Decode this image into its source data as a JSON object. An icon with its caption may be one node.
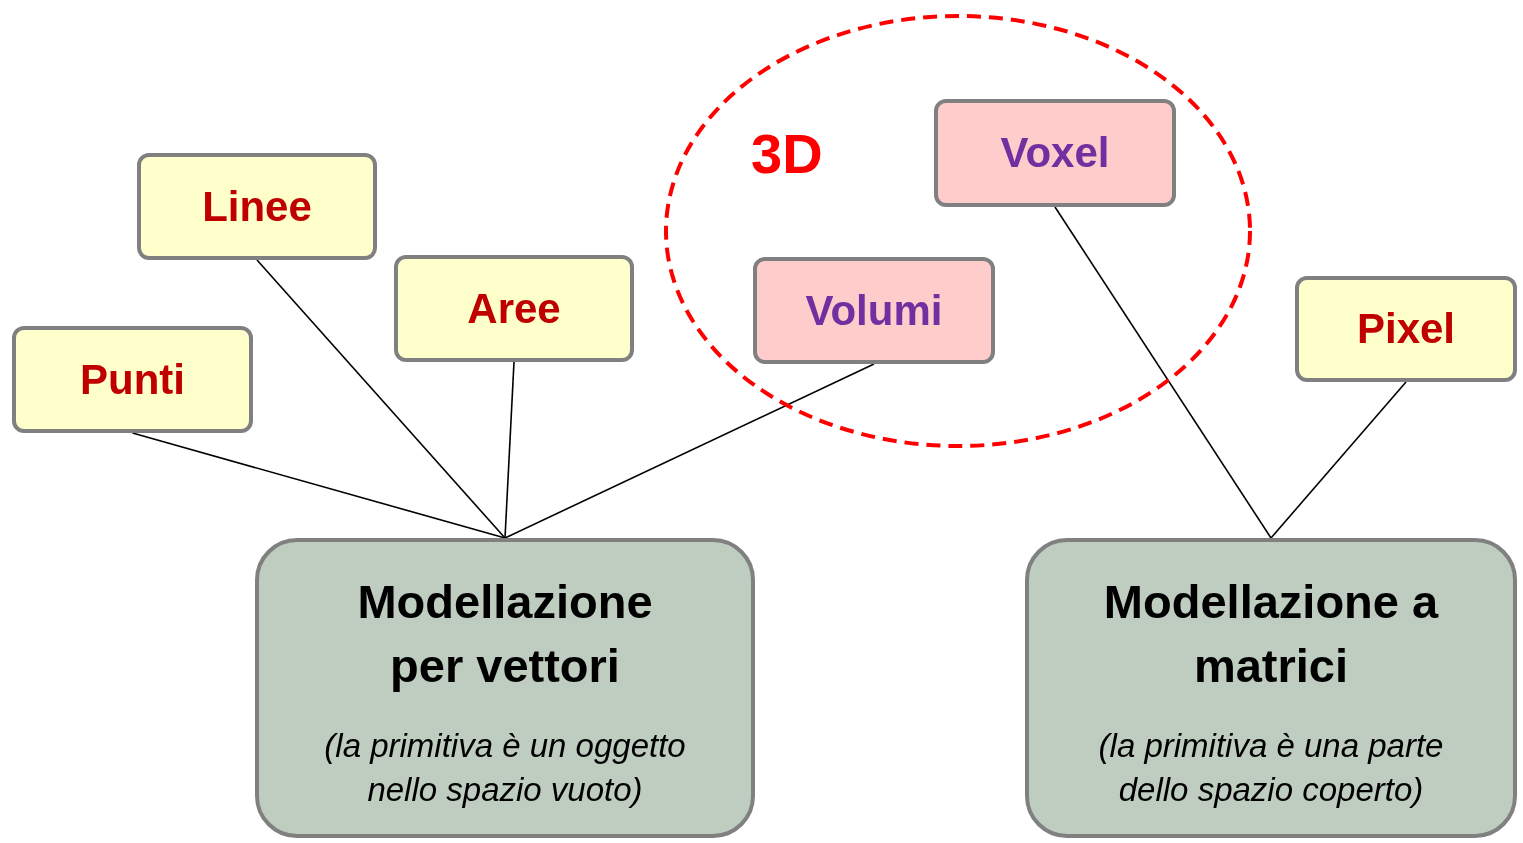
{
  "diagram": {
    "nodes": [
      {
        "text": [
          "3D"
        ]
      },
      {
        "text": [
          "Voxel"
        ],
        "in": 0
      },
      {
        "text": [
          "Linee"
        ]
      },
      {
        "text": [
          "Aree"
        ]
      },
      {
        "text": [
          "Volumi"
        ],
        "in": 0
      },
      {
        "text": [
          "Pixel"
        ]
      },
      {
        "text": [
          "Punti"
        ]
      },
      {
        "text": [
          "Modellazione per vettori",
          "(la primitiva è un oggetto nello spazio vuoto)"
        ]
      },
      {
        "text": [
          "Modellazione a matrici",
          "(la primitiva è una parte dello spazio coperto)"
        ]
      }
    ],
    "edges": [
      {
        "from": 6,
        "to": 7,
        "arrow": "none"
      },
      {
        "from": 2,
        "to": 7,
        "arrow": "none"
      },
      {
        "from": 3,
        "to": 7,
        "arrow": "none"
      },
      {
        "from": 4,
        "to": 7,
        "arrow": "none"
      },
      {
        "from": 1,
        "to": 8,
        "arrow": "none"
      },
      {
        "from": 5,
        "to": 8,
        "arrow": "none"
      }
    ]
  }
}
